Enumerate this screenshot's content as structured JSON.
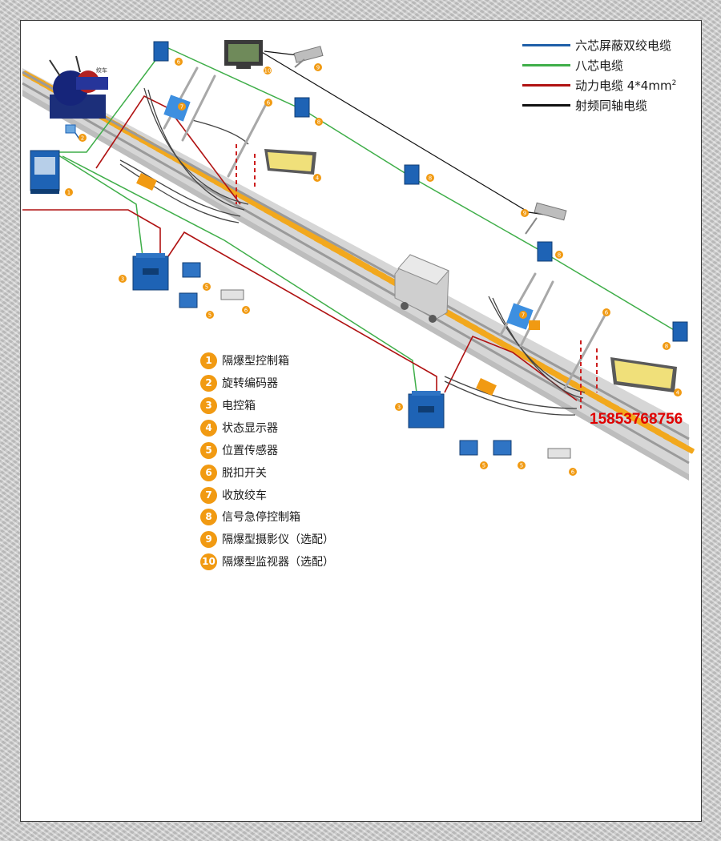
{
  "legend": [
    {
      "label": "六芯屏蔽双绞电缆",
      "color": "#1f5fa8"
    },
    {
      "label": "八芯电缆",
      "color": "#3fae49"
    },
    {
      "label": "动力电缆 4*4mm",
      "sup": "2",
      "color": "#b01212"
    },
    {
      "label": "射频同轴电缆",
      "color": "#111111"
    }
  ],
  "components": [
    {
      "num": "1",
      "label": "隔爆型控制箱"
    },
    {
      "num": "2",
      "label": "旋转编码器"
    },
    {
      "num": "3",
      "label": "电控箱"
    },
    {
      "num": "4",
      "label": "状态显示器"
    },
    {
      "num": "5",
      "label": "位置传感器"
    },
    {
      "num": "6",
      "label": "脱扣开关"
    },
    {
      "num": "7",
      "label": "收放绞车"
    },
    {
      "num": "8",
      "label": "信号急停控制箱"
    },
    {
      "num": "9",
      "label": "隔爆型摄影仪（选配）"
    },
    {
      "num": "10",
      "label": "隔爆型监视器（选配）"
    }
  ],
  "winch_label": "绞车",
  "phone": "15853768756",
  "colors": {
    "orange_badge": "#f19a12",
    "rail_sleeper": "#f2a81d",
    "equipment_blue": "#1e63b5",
    "track_bed": "#d9d9d9"
  }
}
